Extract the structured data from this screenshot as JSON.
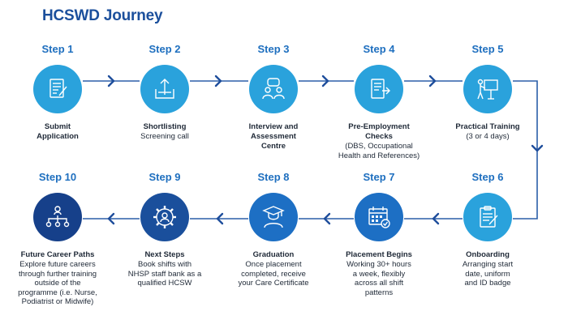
{
  "title": "HCSWD Journey",
  "colors": {
    "title": "#1b4f9c",
    "step_label": "#1e6fbf",
    "connector": "#2b5ea8",
    "arrow": "#1f4e9c"
  },
  "steps": [
    {
      "label": "Step 1",
      "heading": "Submit\nApplication",
      "desc": "",
      "icon": "application-form-icon",
      "color": "#2aa2dc"
    },
    {
      "label": "Step 2",
      "heading": "Shortlisting",
      "desc": "Screening call",
      "icon": "upload-folder-icon",
      "color": "#2aa2dc"
    },
    {
      "label": "Step 3",
      "heading": "Interview and\nAssessment\nCentre",
      "desc": "",
      "icon": "interview-people-icon",
      "color": "#2aa2dc"
    },
    {
      "label": "Step 4",
      "heading": "Pre-Employment\nChecks",
      "desc": "(DBS, Occupational\nHealth and References)",
      "icon": "document-check-icon",
      "color": "#2aa2dc"
    },
    {
      "label": "Step 5",
      "heading": "Practical Training",
      "desc": "(3 or 4 days)",
      "icon": "presenter-board-icon",
      "color": "#2aa2dc"
    },
    {
      "label": "Step 6",
      "heading": "Onboarding",
      "desc": "Arranging start\ndate, uniform\nand ID badge",
      "icon": "clipboard-icon",
      "color": "#2aa2dc"
    },
    {
      "label": "Step 7",
      "heading": "Placement Begins",
      "desc": "Working 30+ hours\na week, flexibly\nacross all shift\npatterns",
      "icon": "calendar-check-icon",
      "color": "#1d6fc4"
    },
    {
      "label": "Step 8",
      "heading": "Graduation",
      "desc": "Once placement\ncompleted, receive\nyour Care Certificate",
      "icon": "graduate-icon",
      "color": "#1d6fc4"
    },
    {
      "label": "Step 9",
      "heading": "Next Steps",
      "desc": "Book shifts with\nNHSP staff bank as a\nqualified HCSW",
      "icon": "gear-person-icon",
      "color": "#1a4f9c"
    },
    {
      "label": "Step 10",
      "heading": "Future Career Paths",
      "desc": "Explore future careers\nthrough further training\noutside of the\nprogramme (i.e. Nurse,\nPodiatrist or Midwife)",
      "icon": "org-chart-icon",
      "color": "#16408a"
    }
  ]
}
